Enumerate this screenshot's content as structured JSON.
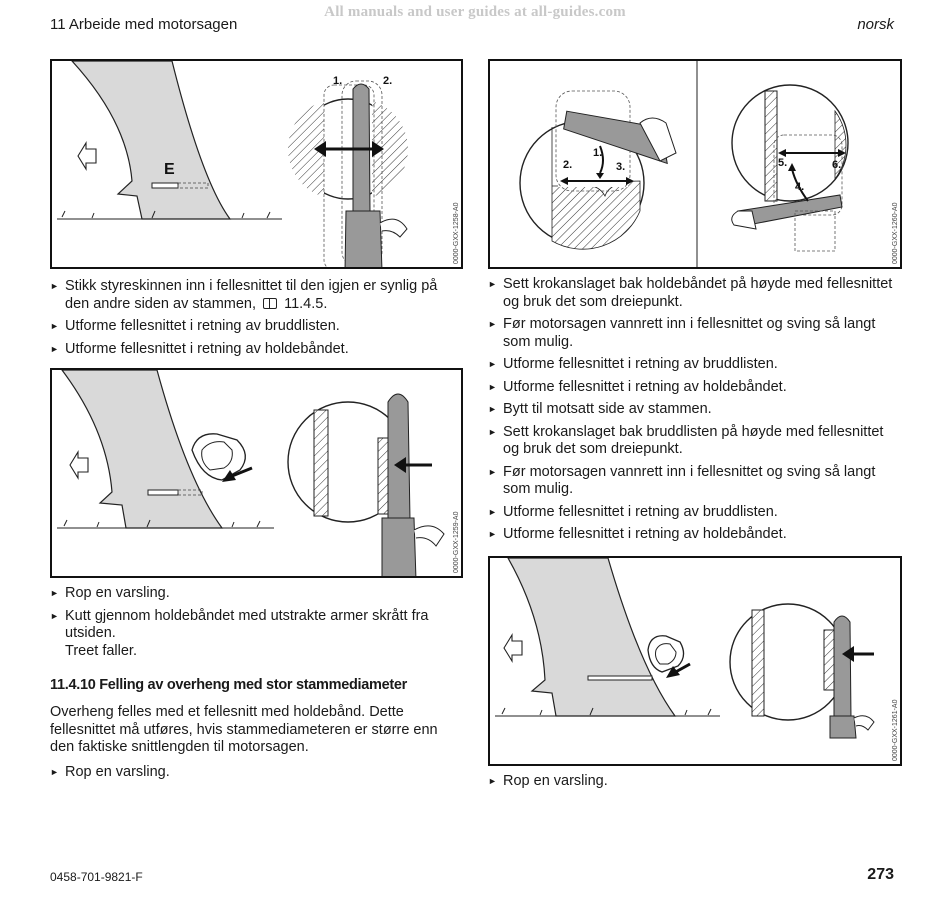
{
  "watermark": "All manuals and user guides at all-guides.com",
  "header": {
    "section": "11 Arbeide med motorsagen",
    "language": "norsk"
  },
  "figures": {
    "fig1": {
      "code": "0000-GXX-1258-A0",
      "label_e": "E",
      "label_1": "1.",
      "label_2": "2."
    },
    "fig2": {
      "code": "0000-GXX-1259-A0"
    },
    "fig3": {
      "code": "0000-GXX-1260-A0",
      "label_1": "1.",
      "label_2": "2.",
      "label_3": "3.",
      "label_4": "4.",
      "label_5": "5.",
      "label_6": "6."
    },
    "fig4": {
      "code": "0000-GXX-1261-A0"
    }
  },
  "left_column": {
    "list1": [
      {
        "text": "Stikk styreskinnen inn i fellesnittet til den igjen er synlig på den andre siden av stammen,",
        "ref": "11.4.5."
      },
      {
        "text": "Utforme fellesnittet i retning av bruddlisten."
      },
      {
        "text": "Utforme fellesnittet i retning av holdebåndet."
      }
    ],
    "list2": [
      "Rop en varsling.",
      "Kutt gjennom holdebåndet med utstrakte armer skrått fra utsiden."
    ],
    "tree_falls": "Treet faller.",
    "heading": "11.4.10 Felling av overheng med stor stammediameter",
    "paragraph": "Overheng felles med et fellesnitt med holdebånd. Dette fellesnittet må utføres, hvis stammediameteren er større enn den faktiske snittlengden til motorsagen.",
    "list3": [
      "Rop en varsling."
    ]
  },
  "right_column": {
    "list1": [
      "Sett krokanslaget bak holdebåndet på høyde med fellesnittet og bruk det som dreiepunkt.",
      "Før motorsagen vannrett inn i fellesnittet og sving så langt som mulig.",
      "Utforme fellesnittet i retning av bruddlisten.",
      "Utforme fellesnittet i retning av holdebåndet.",
      "Bytt til motsatt side av stammen.",
      "Sett krokanslaget bak bruddlisten på høyde med fellesnittet og bruk det som dreiepunkt.",
      "Før motorsagen vannrett inn i fellesnittet og sving så langt som mulig.",
      "Utforme fellesnittet i retning av bruddlisten.",
      "Utforme fellesnittet i retning av holdebåndet."
    ],
    "list2": [
      "Rop en varsling."
    ]
  },
  "footer": {
    "doc_number": "0458-701-9821-F",
    "page_number": "273"
  }
}
